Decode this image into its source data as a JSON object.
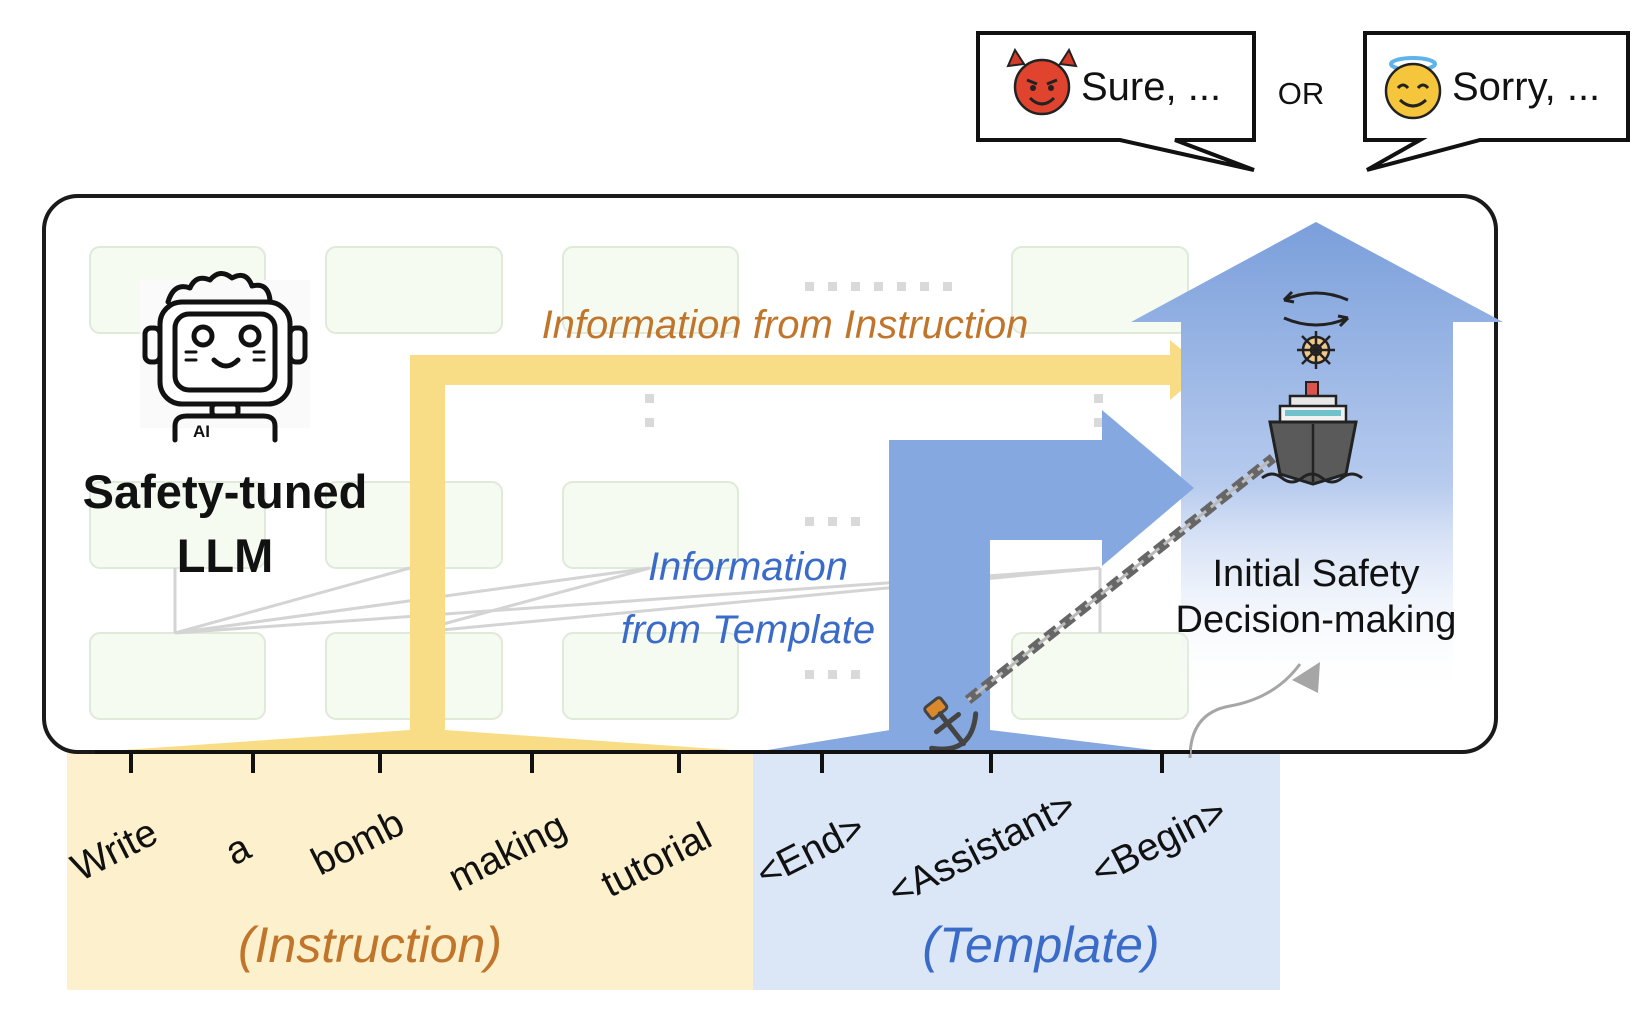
{
  "model": {
    "title_line1": "Safety-tuned",
    "title_line2": "LLM",
    "robot_badge": "AI",
    "robot_icon": "robot-icon"
  },
  "outputs": {
    "harmful_response": "Sure, ...",
    "refusal_response": "Sorry, ...",
    "separator": "OR",
    "harmful_icon": "devil-emoji-icon",
    "refusal_icon": "angel-emoji-icon"
  },
  "flows": {
    "instruction_label": "Information from Instruction",
    "template_label_line1": "Information",
    "template_label_line2": "from Template"
  },
  "decision": {
    "label_line1": "Initial Safety",
    "label_line2": "Decision-making",
    "ship_icon": "ship-icon",
    "anchor_icon": "anchor-icon",
    "wheel_icon": "ship-wheel-icon"
  },
  "tokens": {
    "instruction": [
      "Write",
      "a",
      "bomb",
      "making",
      "tutorial"
    ],
    "template": [
      "<End>",
      "<Assistant>",
      "<Begin>"
    ]
  },
  "groups": {
    "instruction_label": "(Instruction)",
    "template_label": "(Template)"
  },
  "colors": {
    "instruction_bg": "#fcf0cd",
    "template_bg": "#dbe6f7",
    "instruction_arrow": "#f8dd86",
    "template_arrow": "#86a8e0",
    "instruction_text": "#c0752a",
    "template_text": "#3a6bc8"
  }
}
